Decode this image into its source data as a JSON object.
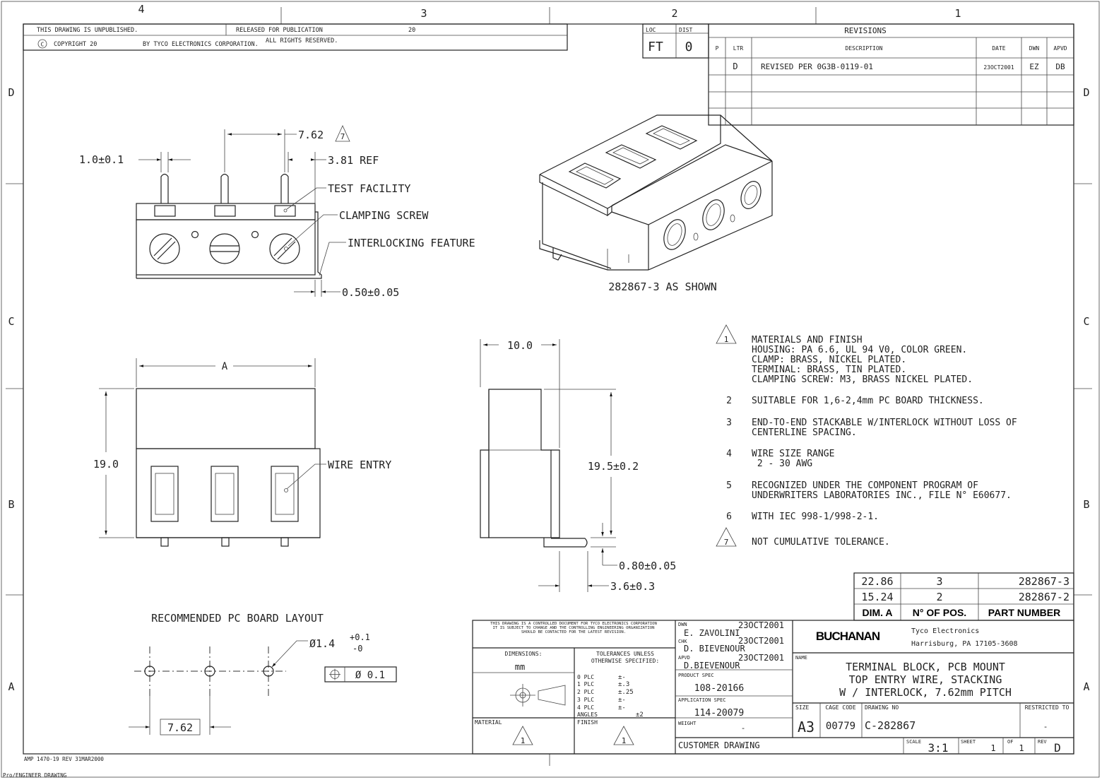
{
  "zones": {
    "cols": [
      "4",
      "3",
      "2",
      "1"
    ],
    "rows": [
      "D",
      "C",
      "B",
      "A"
    ]
  },
  "header": {
    "unpublished": "THIS DRAWING IS UNPUBLISHED.",
    "released": "RELEASED FOR PUBLICATION",
    "year": "20",
    "copyright": "COPYRIGHT 20",
    "copyright_symbol": "C",
    "by": "BY TYCO ELECTRONICS CORPORATION.",
    "rights": "ALL RIGHTS RESERVED."
  },
  "loc": {
    "label": "LOC",
    "value": "FT",
    "dist_label": "DIST",
    "dist_value": "0"
  },
  "revisions": {
    "title": "REVISIONS",
    "cols": [
      "P",
      "LTR",
      "DESCRIPTION",
      "DATE",
      "DWN",
      "APVD"
    ],
    "rows": [
      {
        "ltr": "D",
        "desc": "REVISED PER 0G3B-0119-01",
        "date": "23OCT2001",
        "dwn": "EZ",
        "apvd": "DB"
      }
    ]
  },
  "front_view": {
    "d_762": "7.62",
    "d_762_flag": "7",
    "d_pin": "1.0±0.1",
    "d_381": "3.81 REF",
    "test": "TEST FACILITY",
    "clamp": "CLAMPING SCREW",
    "interlock": "INTERLOCKING FEATURE",
    "d_050": "0.50±0.05"
  },
  "iso_caption": "282867-3 AS SHOWN",
  "top_view": {
    "dim_a": "A",
    "dim_h": "19.0",
    "wire": "WIRE ENTRY"
  },
  "side_view": {
    "d_w": "10.0",
    "d_h": "19.5±0.2",
    "d_080": "0.80±0.05",
    "d_36": "3.6±0.3"
  },
  "notes": [
    {
      "num": "1",
      "flag": true,
      "lines": [
        "MATERIALS AND FINISH",
        "HOUSING: PA 6.6, UL 94 V0, COLOR GREEN.",
        "CLAMP: BRASS, NICKEL PLATED.",
        "TERMINAL: BRASS, TIN PLATED.",
        "CLAMPING SCREW: M3, BRASS  NICKEL PLATED."
      ]
    },
    {
      "num": "2",
      "flag": false,
      "lines": [
        "SUITABLE FOR 1,6-2,4mm PC BOARD THICKNESS."
      ]
    },
    {
      "num": "3",
      "flag": false,
      "lines": [
        "END-TO-END STACKABLE W/INTERLOCK WITHOUT LOSS OF",
        "CENTERLINE SPACING."
      ]
    },
    {
      "num": "4",
      "flag": false,
      "lines": [
        "WIRE SIZE RANGE",
        " 2 - 30 AWG"
      ]
    },
    {
      "num": "5",
      "flag": false,
      "lines": [
        "RECOGNIZED UNDER THE COMPONENT PROGRAM OF",
        "UNDERWRITERS LABORATORIES INC., FILE N° E60677."
      ]
    },
    {
      "num": "6",
      "flag": false,
      "lines": [
        "WITH IEC 998-1/998-2-1."
      ]
    },
    {
      "num": "7",
      "flag": true,
      "lines": [
        "NOT CUMULATIVE TOLERANCE."
      ]
    }
  ],
  "parts_table": {
    "headers": [
      "DIM. A",
      "N° OF POS.",
      "PART NUMBER"
    ],
    "rows": [
      {
        "dim": "22.86",
        "pos": "3",
        "pn": "282867-3"
      },
      {
        "dim": "15.24",
        "pos": "2",
        "pn": "282867-2"
      }
    ]
  },
  "pcb": {
    "title": "RECOMMENDED PC BOARD LAYOUT",
    "hole": "Ø1.4",
    "hole_plus": "+0.1",
    "hole_minus": "-0",
    "fcf_sym": "⌖",
    "fcf_val": "Ø 0.1",
    "pitch": "7.62"
  },
  "title_block": {
    "controlled": [
      "THIS DRAWING IS A CONTROLLED DOCUMENT FOR TYCO ELECTRONICS CORPORATION",
      "IT IS SUBJECT TO CHANGE AND THE CONTROLLING ENGINEERING ORGANIZATION",
      "SHOULD BE CONTACTED FOR THE LATEST REVISION."
    ],
    "dimensions_label": "DIMENSIONS:",
    "dimensions_unit": "mm",
    "tol_label": [
      "TOLERANCES UNLESS",
      "OTHERWISE SPECIFIED:"
    ],
    "tol_rows": [
      {
        "k": "0 PLC",
        "v": "±-"
      },
      {
        "k": "1 PLC",
        "v": "±.3"
      },
      {
        "k": "2 PLC",
        "v": "±.25"
      },
      {
        "k": "3 PLC",
        "v": "±-"
      },
      {
        "k": "4 PLC",
        "v": "±-"
      },
      {
        "k": "ANGLES",
        "v": "±2"
      }
    ],
    "material": "MATERIAL",
    "finish": "FINISH",
    "dwn_label": "DWN",
    "dwn_name": "E. ZAVOLINI",
    "dwn_date": "23OCT2001",
    "chk_label": "CHK",
    "chk_name": "D. BIEVENOUR",
    "chk_date": "23OCT2001",
    "apvd_label": "APVD",
    "apvd_name": "D.BIEVENOUR",
    "apvd_date": "23OCT2001",
    "product_spec_label": "PRODUCT SPEC",
    "product_spec": "108-20166",
    "application_spec_label": "APPLICATION SPEC",
    "application_spec": "114-20079",
    "weight_label": "WEIGHT",
    "weight": "-",
    "customer": "CUSTOMER DRAWING",
    "logo": "BUCHANAN",
    "company": "Tyco Electronics",
    "city": "Harrisburg, PA 17105-3608",
    "name_label": "NAME",
    "name_lines": [
      "TERMINAL BLOCK, PCB MOUNT",
      "TOP ENTRY WIRE, STACKING",
      "W / INTERLOCK, 7.62mm PITCH"
    ],
    "size_label": "SIZE",
    "size": "A3",
    "cage_label": "CAGE CODE",
    "cage": "00779",
    "dwg_label": "DRAWING NO",
    "dwg": "C-282867",
    "restricted_label": "RESTRICTED TO",
    "restricted": "-",
    "scale_label": "SCALE",
    "scale": "3:1",
    "sheet_label": "SHEET",
    "sheet": "1",
    "of_label": "OF",
    "of": "1",
    "rev_label": "REV",
    "rev": "D"
  },
  "footer": {
    "form": "AMP 1470-19 REV 31MAR2000",
    "software": "Pro/ENGINEER DRAWING"
  }
}
